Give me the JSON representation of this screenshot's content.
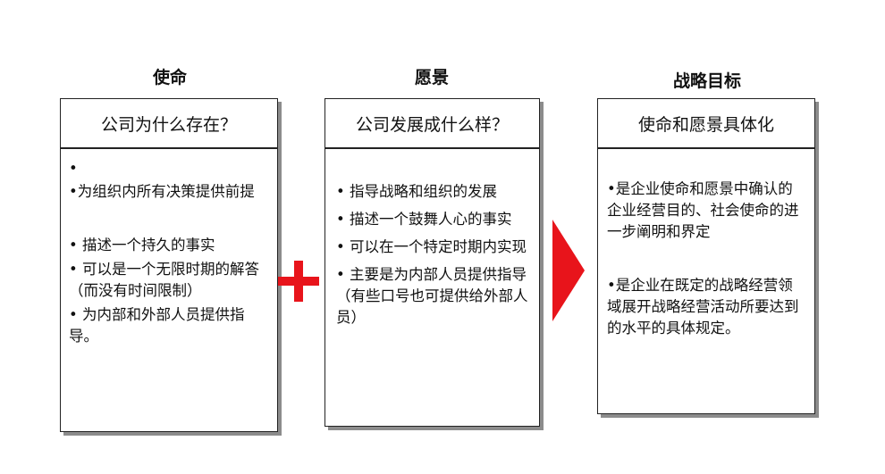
{
  "columns": [
    {
      "title": "使命",
      "header": "公司为什么存在？",
      "bullets": [
        "•",
        "•为组织内所有决策提供前提",
        "• 描述一个持久的事实",
        "• 可以是一个无限时期的解答（而没有时间限制）",
        "• 为内部和外部人员提供指导。"
      ]
    },
    {
      "title": "愿景",
      "header": "公司发展成什么样？",
      "bullets": [
        "• 指导战略和组织的发展",
        "• 描述一个鼓舞人心的事实",
        "• 可以在一个特定时期内实现",
        "• 主要是为内部人员提供指导（有些口号也可提供给外部人员）"
      ]
    },
    {
      "title": "战略目标",
      "header": "使命和愿景具体化",
      "bullets": [
        "•是企业使命和愿景中确认的企业经营目的、社会使命的进一步阐明和界定",
        "•是企业在既定的战略经营领域展开战略经营活动所要达到的水平的具体规定。"
      ]
    }
  ],
  "connectors": {
    "plus_icon": "plus-icon",
    "arrow_icon": "arrow-right-icon",
    "accent_color": "#e8141b"
  }
}
